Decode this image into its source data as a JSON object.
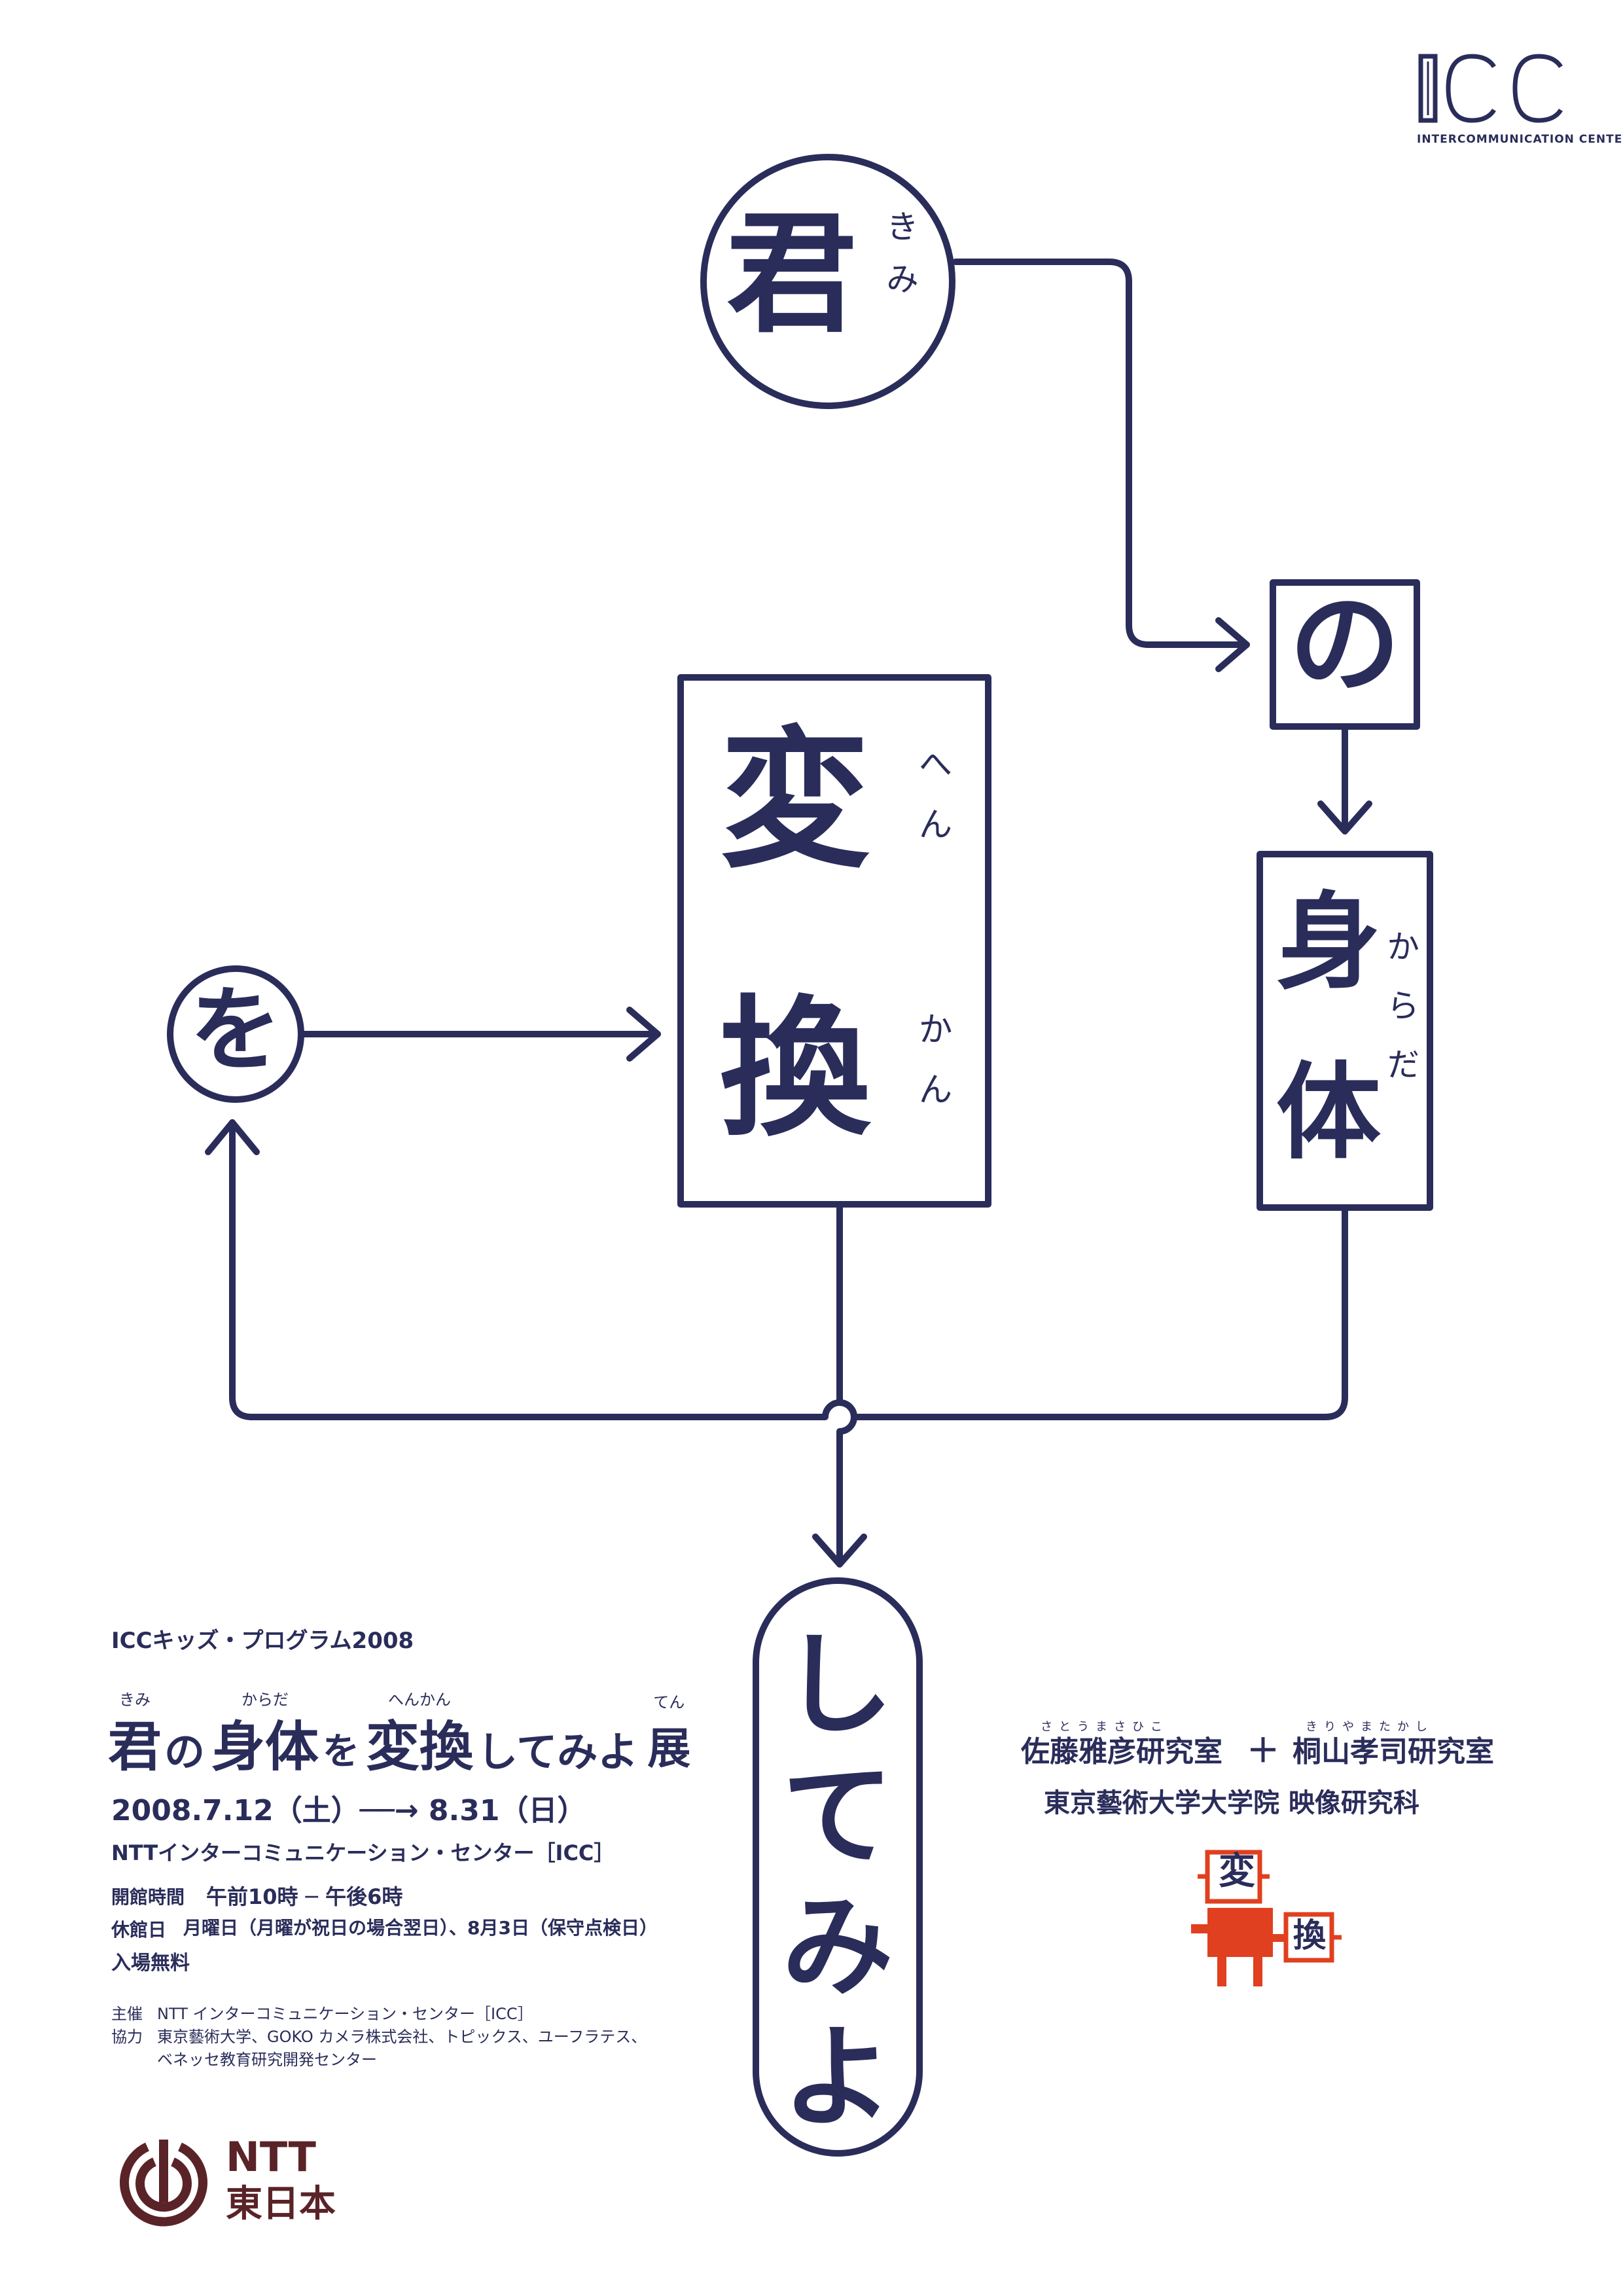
{
  "logo": {
    "text": "ICC",
    "subtitle": "INTERCOMMUNICATION CENTER"
  },
  "diagram": {
    "kimi": {
      "kanji": "君",
      "ruby": "きみ"
    },
    "no": {
      "text": "の"
    },
    "karada": {
      "kanji": [
        "身",
        "体"
      ],
      "ruby": "からだ"
    },
    "henkan": {
      "kanji": [
        "変",
        "換"
      ],
      "ruby_top": "へん",
      "ruby_bottom": "かん"
    },
    "wo": {
      "text": "を"
    },
    "shitemiyo": {
      "text": [
        "し",
        "て",
        "み",
        "よ"
      ]
    }
  },
  "info": {
    "program": "ICCキッズ・プログラム2008",
    "title": {
      "parts": [
        {
          "kanji": "君",
          "ruby": "きみ"
        },
        {
          "kana": "の"
        },
        {
          "kanji": "身体",
          "ruby": "からだ"
        },
        {
          "kana": "を"
        },
        {
          "kanji": "変換",
          "ruby": "へんかん"
        },
        {
          "kana": "してみよ"
        },
        {
          "kanji": "展",
          "ruby": "てん"
        }
      ]
    },
    "dates": "2008.7.12（土）──→ 8.31（日）",
    "venue": "NTTインターコミュニケーション・センター［ICC］",
    "hours_label": "開館時間",
    "hours": "午前10時 ─ 午後6時",
    "closed_label": "休館日",
    "closed": "月曜日（月曜が祝日の場合翌日）、8月3日（保守点検日）",
    "admission": "入場無料",
    "organizer_label": "主催",
    "organizer": "NTT インターコミュニケーション・センター［ICC］",
    "cooperation_label": "協力",
    "cooperation_1": "東京藝術大学、GOKO カメラ株式会社、トピックス、ユーフラテス、",
    "cooperation_2": "ベネッセ教育研究開発センター"
  },
  "credits": {
    "lab1": "佐藤雅彦研究室",
    "lab1_ruby": "さとうまさひこ",
    "plus": "＋",
    "lab2": "桐山孝司研究室",
    "lab2_ruby": "きりやまたかし",
    "school": "東京藝術大学大学院 映像研究科",
    "mascot_kanji_1": "変",
    "mascot_kanji_2": "換"
  },
  "sponsor": {
    "name_1": "NTT",
    "name_2": "東日本"
  },
  "colors": {
    "ink": "#2a2d5a",
    "accent": "#e0401f",
    "sponsor": "#5a2328"
  }
}
